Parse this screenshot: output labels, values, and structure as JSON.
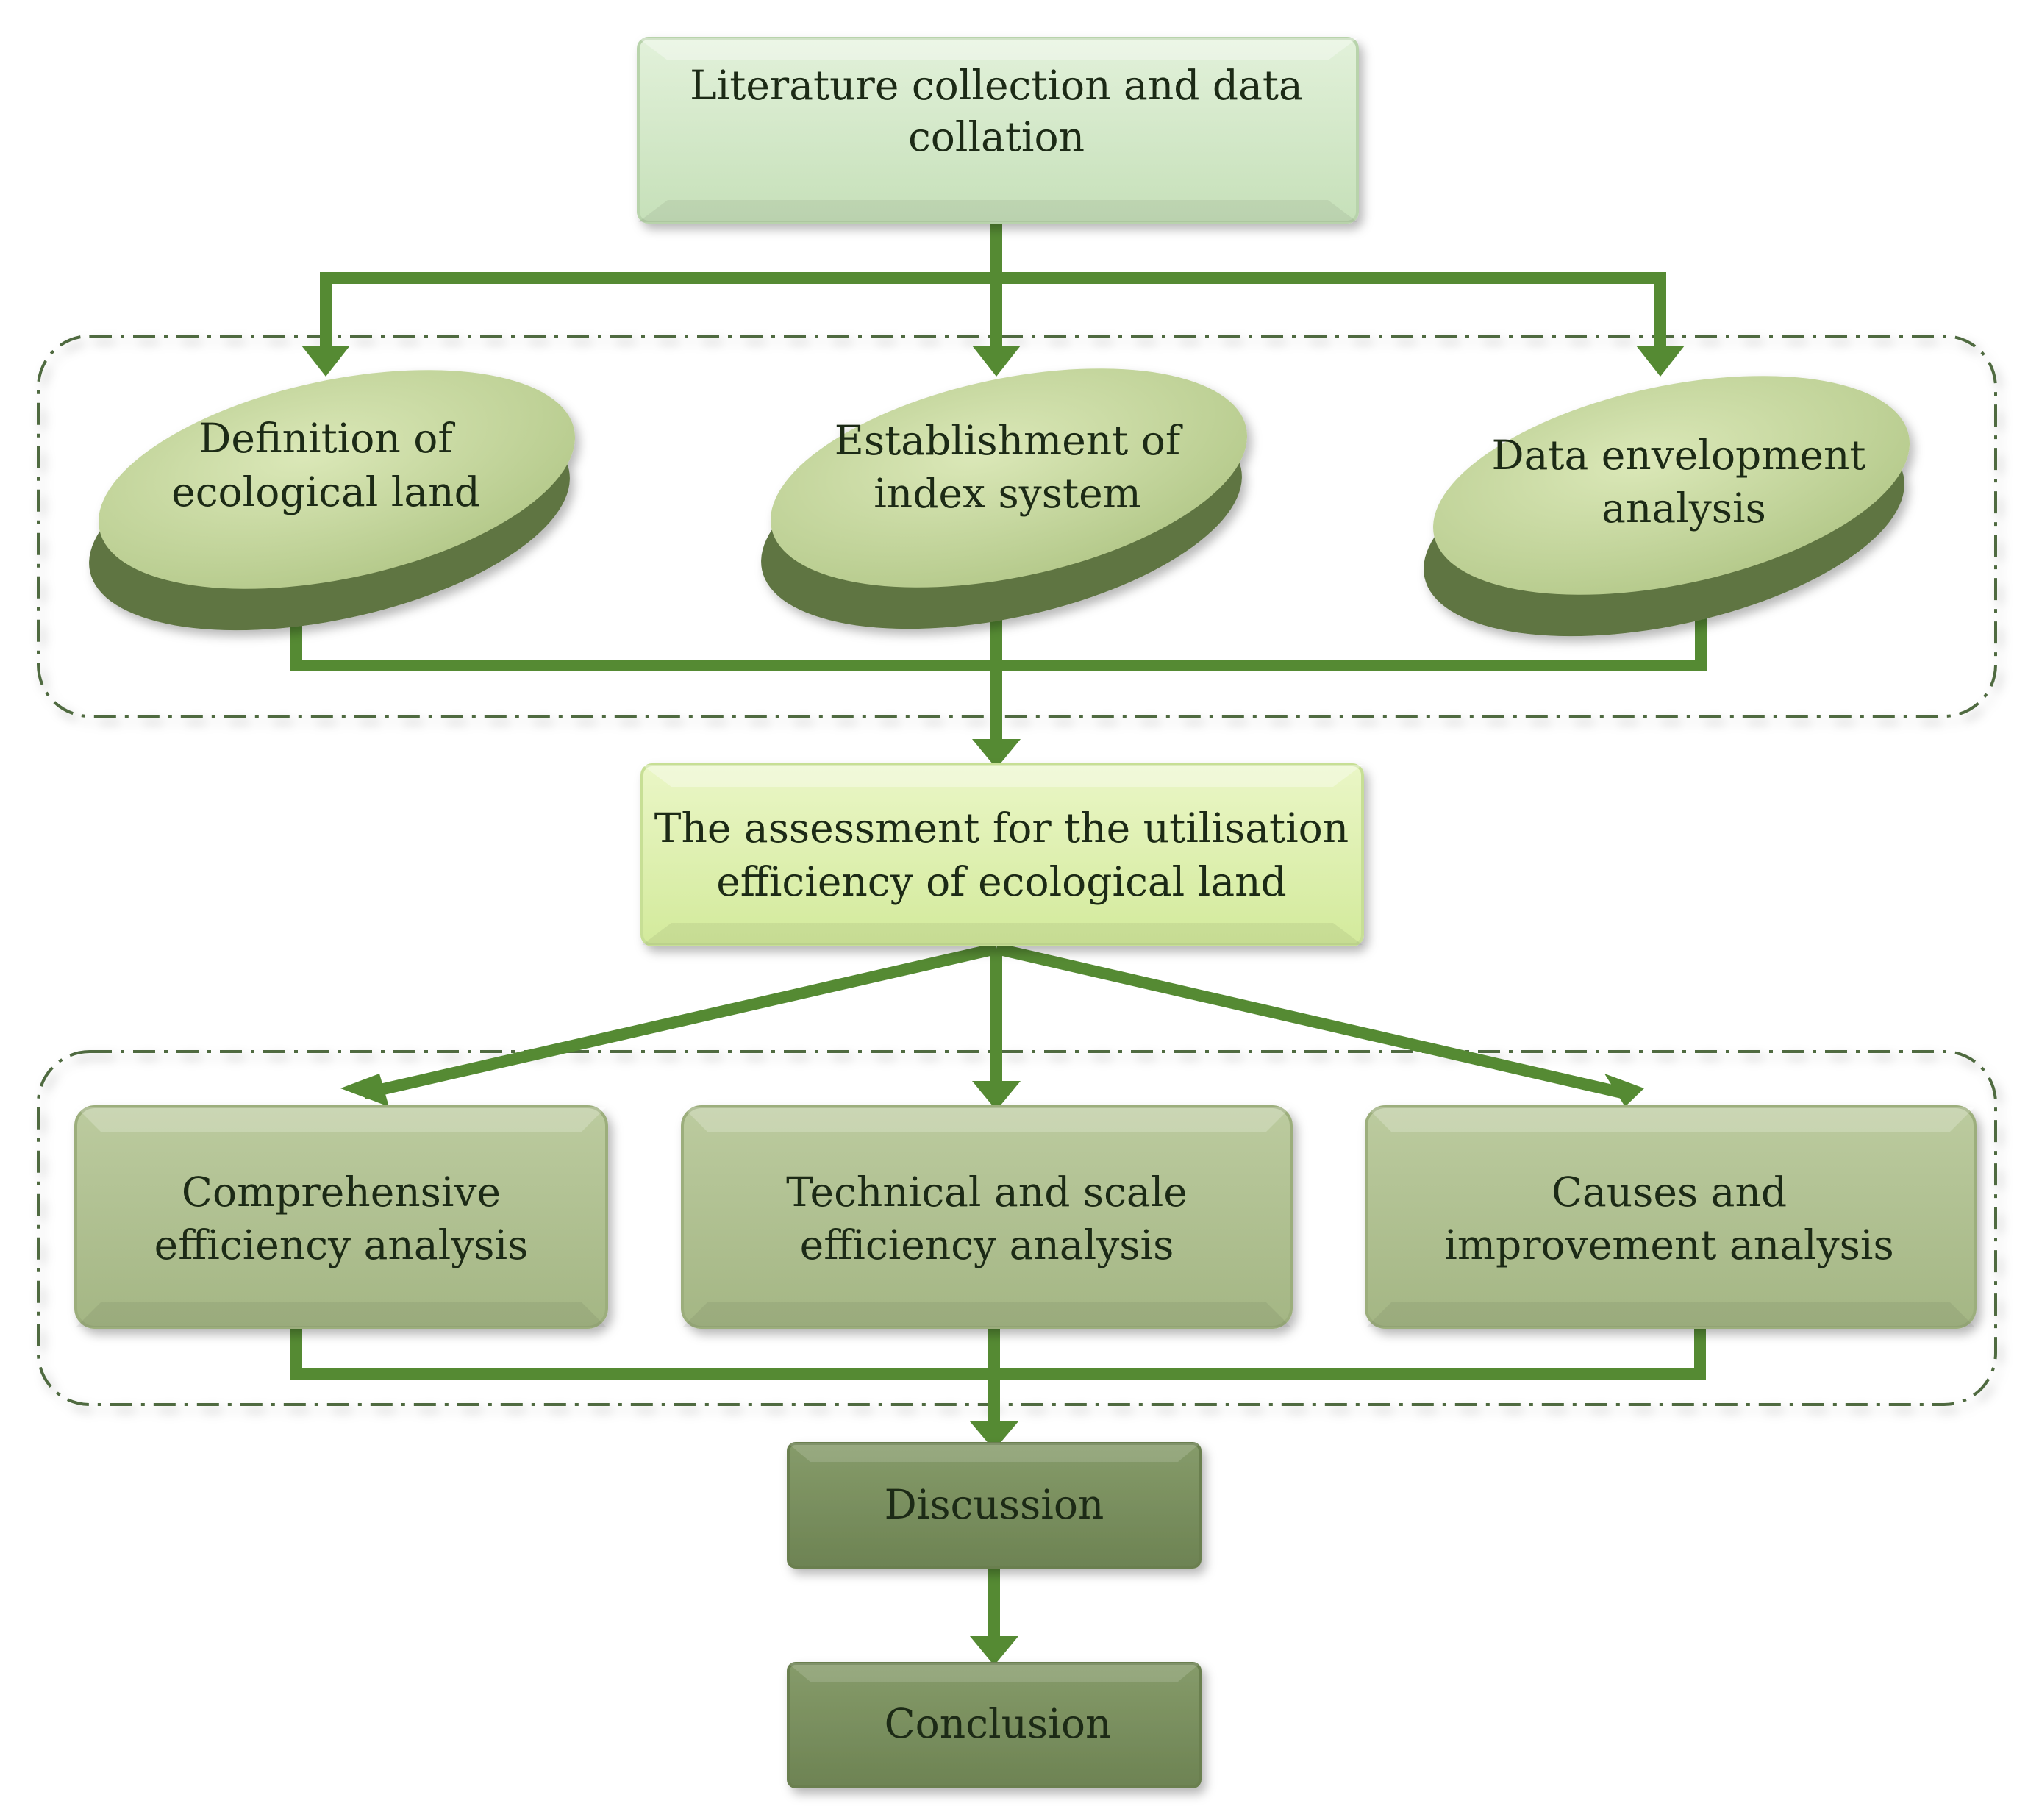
{
  "colors": {
    "connector": "#558a33",
    "group_border": "#4f6b40",
    "box_top": "#cfe6c4",
    "box_assessment": "#dff0b2",
    "box_analysis": "#aebf8e",
    "box_dark": "#798e5e",
    "ellipse_top": "#c9d9a0",
    "ellipse_side": "#5f7443"
  },
  "nodes": {
    "literature": {
      "lines": [
        "Literature collection and data",
        "collation"
      ]
    },
    "definition": {
      "lines": [
        "Definition of",
        "ecological land"
      ]
    },
    "index_system": {
      "lines": [
        "Establishment of",
        "index system"
      ]
    },
    "dea": {
      "lines": [
        "Data envelopment",
        "analysis"
      ]
    },
    "assessment": {
      "lines": [
        "The assessment for  the utilisation",
        "efficiency of ecological land"
      ]
    },
    "comprehensive": {
      "lines": [
        "Comprehensive",
        "efficiency analysis"
      ]
    },
    "technical": {
      "lines": [
        "Technical and scale",
        "efficiency analysis"
      ]
    },
    "causes": {
      "lines": [
        "Causes and",
        "improvement analysis"
      ]
    },
    "discussion": {
      "lines": [
        "Discussion"
      ]
    },
    "conclusion": {
      "lines": [
        "Conclusion"
      ]
    }
  }
}
